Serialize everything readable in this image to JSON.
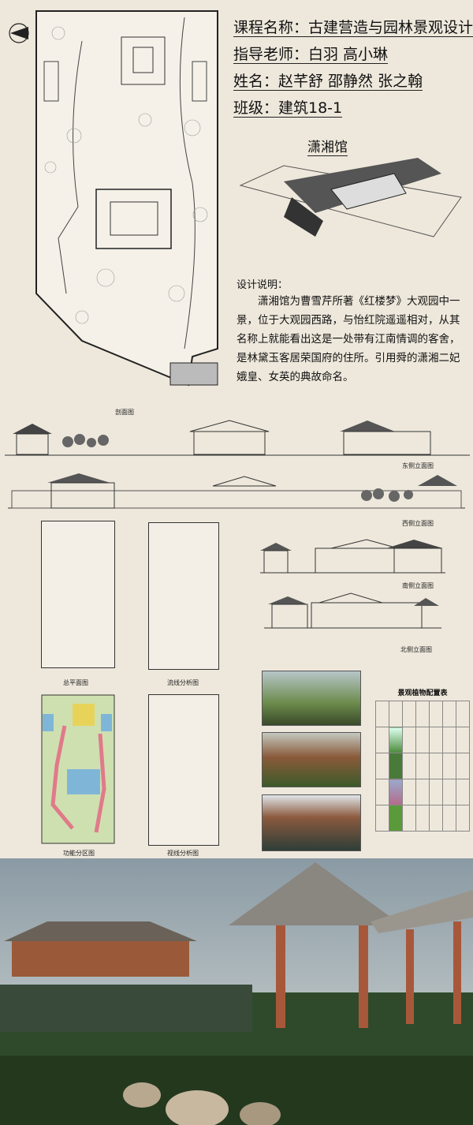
{
  "header": {
    "course": "课程名称：古建营造与园林景观设计",
    "teachers": "指导老师：白羽 高小琳",
    "names": "姓名：赵芊舒 邵静然 张之翰",
    "class": "班级：建筑18-1"
  },
  "project_title": "潇湘馆",
  "description": {
    "heading": "设计说明：",
    "body": "潇湘馆为曹雪芹所著《红楼梦》大观园中一景，位于大观园西路，与怡红院遥遥相对，从其名称上就能看出这是一处带有江南情调的客舍，是林黛玉客居荣国府的住所。引用舜的潇湘二妃娥皇、女英的典故命名。"
  },
  "drawings": {
    "section": "剖面图",
    "east": "东侧立面图",
    "west": "西侧立面图",
    "south": "南侧立面图",
    "north": "北侧立面图",
    "site_plan": "总平面图",
    "circulation": "流线分析图",
    "zoning": "功能分区图",
    "sightline": "视线分析图"
  },
  "plant_table": {
    "title": "景观植物配置表"
  },
  "icons": {
    "north_arrow": "compass-north-icon"
  },
  "colors": {
    "paper": "#eee8dc",
    "zone_pink": "#e07a8a",
    "zone_blue": "#7fb6d8",
    "zone_yellow": "#e8d35a",
    "zone_green": "#cfe0b0"
  }
}
